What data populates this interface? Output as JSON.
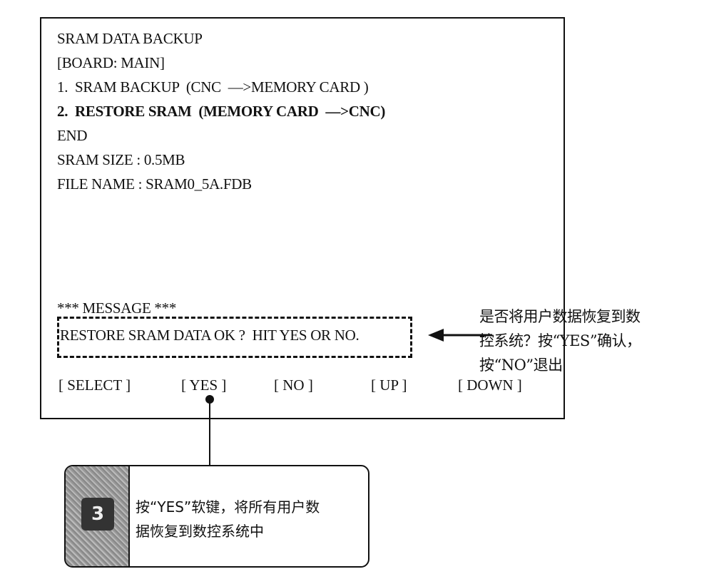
{
  "screen": {
    "title": "SRAM DATA BACKUP",
    "board": "[BOARD: MAIN]",
    "menu": [
      {
        "label": "1.  SRAM BACKUP  (CNC  —>MEMORY CARD )",
        "selected": false
      },
      {
        "label": "2.  RESTORE SRAM  (MEMORY CARD  —>CNC)",
        "selected": true
      },
      {
        "label": "END",
        "selected": false
      }
    ],
    "sram_size": "SRAM SIZE : 0.5MB",
    "file_name": "FILE NAME : SRAM0_5A.FDB",
    "message_header": "*** MESSAGE ***",
    "message_text": "RESTORE SRAM DATA OK ?  HIT YES OR NO.",
    "softkeys": [
      "[ SELECT ]",
      "[ YES ]",
      "[ NO ]",
      "[ UP ]",
      "[ DOWN ]"
    ]
  },
  "side_note": [
    "是否将用户数据恢复到数",
    "控系统？按“YES”确认，",
    "按“NO”退出"
  ],
  "callout": {
    "step": "3",
    "text": [
      "按“YES”软键，将所有用户数",
      "据恢复到数控系统中"
    ]
  }
}
